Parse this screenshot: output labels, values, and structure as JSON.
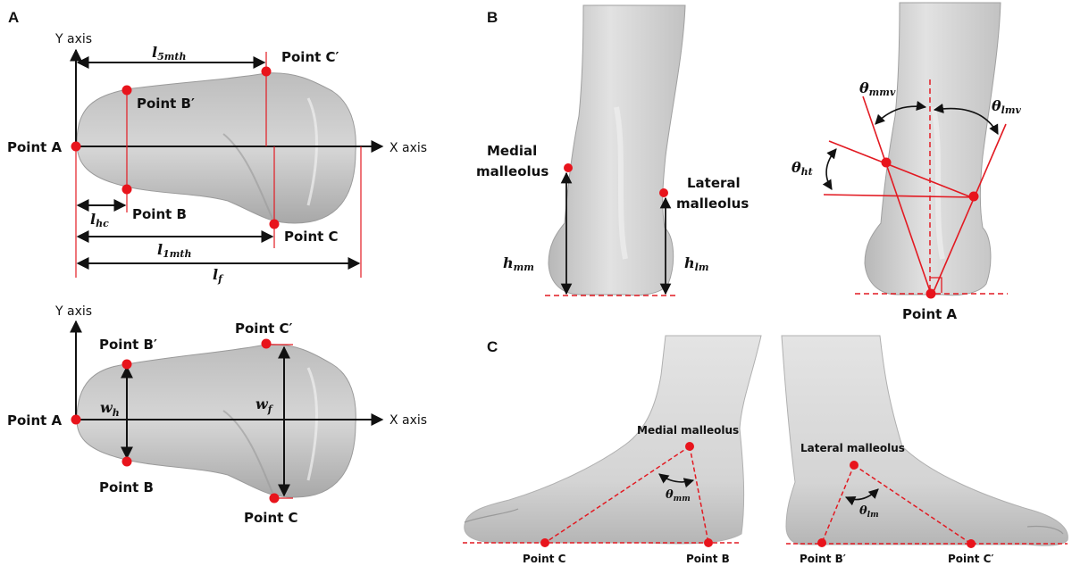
{
  "colors": {
    "mesh_fill": "#c9c9c9",
    "mesh_shade": "#a9a9a9",
    "mesh_light": "#e6e6e6",
    "marker": "#e8141c",
    "line_red": "#e21a22",
    "arrow": "#111111"
  },
  "panelA": {
    "letter": "A",
    "top": {
      "y_axis": "Y axis",
      "x_axis": "X axis",
      "point_a": "Point A",
      "point_b": "Point B",
      "point_b_prime": "Point B′",
      "point_c": "Point C",
      "point_c_prime": "Point C′",
      "l5mth": {
        "base": "l",
        "sub": "5mth"
      },
      "lhc": {
        "base": "l",
        "sub": "hc"
      },
      "l1mth": {
        "base": "l",
        "sub": "1mth"
      },
      "lf": {
        "base": "l",
        "sub": "f"
      }
    },
    "bottom": {
      "y_axis": "Y axis",
      "x_axis": "X axis",
      "point_a": "Point A",
      "point_b": "Point B",
      "point_b_prime": "Point B′",
      "point_c": "Point C",
      "point_c_prime": "Point C′",
      "wh": {
        "base": "w",
        "sub": "h"
      },
      "wf": {
        "base": "w",
        "sub": "f"
      }
    }
  },
  "panelB": {
    "letter": "B",
    "left": {
      "medial_line1": "Medial",
      "medial_line2": "malleolus",
      "lateral_line1": "Lateral",
      "lateral_line2": "malleolus",
      "hmm": {
        "base": "h",
        "sub": "mm"
      },
      "hlm": {
        "base": "h",
        "sub": "lm"
      }
    },
    "right": {
      "theta_mmv": {
        "base": "θ",
        "sub": "mmv"
      },
      "theta_lmv": {
        "base": "θ",
        "sub": "lmv"
      },
      "theta_ht": {
        "base": "θ",
        "sub": "ht"
      },
      "point_a": "Point A"
    }
  },
  "panelC": {
    "letter": "C",
    "left": {
      "malleolus": "Medial malleolus",
      "theta": {
        "base": "θ",
        "sub": "mm"
      },
      "point_c": "Point C",
      "point_b": "Point B"
    },
    "right": {
      "malleolus": "Lateral malleolus",
      "theta": {
        "base": "θ",
        "sub": "lm"
      },
      "point_b_prime": "Point B′",
      "point_c_prime": "Point C′"
    }
  }
}
